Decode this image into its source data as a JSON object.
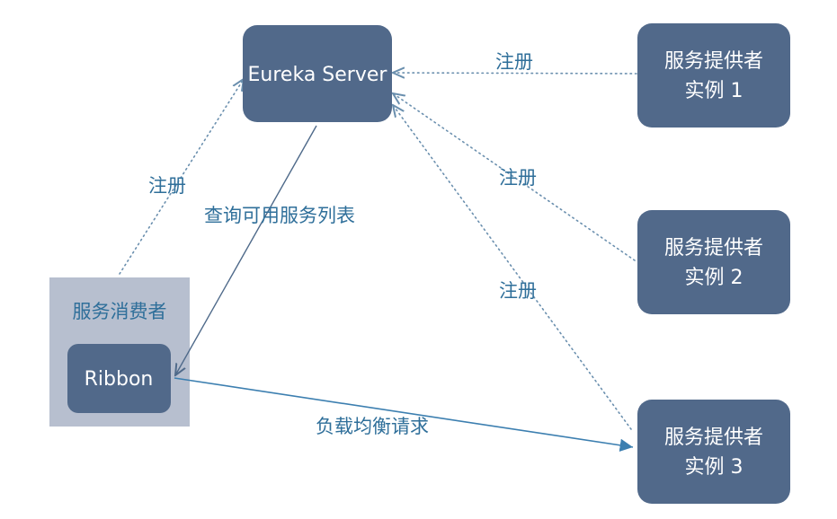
{
  "nodes": {
    "eureka_server": {
      "label": "Eureka Server"
    },
    "consumer_group": {
      "label": "服务消费者"
    },
    "ribbon": {
      "label": "Ribbon"
    },
    "provider_1": {
      "line1": "服务提供者",
      "line2": "实例 1"
    },
    "provider_2": {
      "line1": "服务提供者",
      "line2": "实例 2"
    },
    "provider_3": {
      "line1": "服务提供者",
      "line2": "实例 3"
    }
  },
  "edges": {
    "consumer_register": {
      "label": "注册"
    },
    "query_service_list": {
      "label": "查询可用服务列表"
    },
    "provider_1_register": {
      "label": "注册"
    },
    "provider_2_register": {
      "label": "注册"
    },
    "provider_3_register": {
      "label": "注册"
    },
    "load_balanced_request": {
      "label": "负载均衡请求"
    }
  },
  "colors": {
    "node_fill": "#51698a",
    "consumer_box_fill": "#b7bfcf",
    "edge_solid": "#4f6a8a",
    "edge_dotted": "#6a8fae",
    "edge_request": "#3c7fb0",
    "label_text": "#2f6f9a"
  }
}
